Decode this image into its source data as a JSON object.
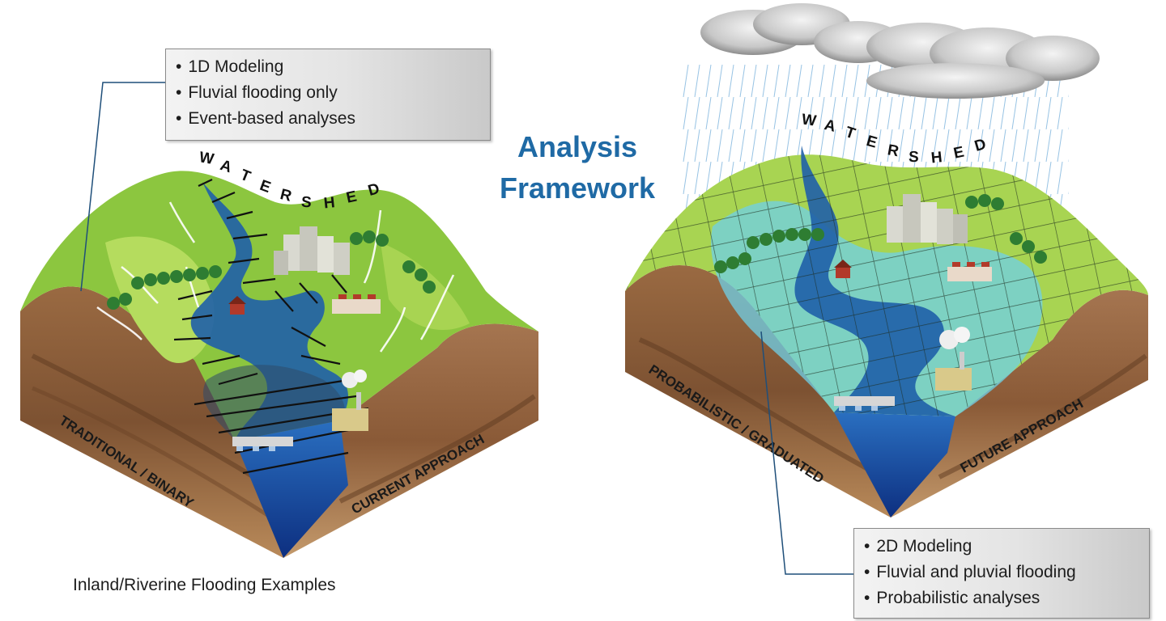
{
  "title_line1": "Analysis",
  "title_line2": "Framework",
  "caption": "Inland/Riverine Flooding Examples",
  "left_callout": {
    "bullets": [
      "1D Modeling",
      "Fluvial flooding only",
      "Event-based analyses"
    ]
  },
  "right_callout": {
    "bullets": [
      "2D Modeling",
      "Fluvial and pluvial flooding",
      "Probabilistic analyses"
    ]
  },
  "left_block": {
    "watershed_letters": [
      "W",
      "A",
      "T",
      "E",
      "R",
      "S",
      "H",
      "E",
      "D"
    ],
    "side_left_label": "TRADITIONAL / BINARY",
    "side_right_label": "CURRENT APPROACH"
  },
  "right_block": {
    "watershed_letters": [
      "W",
      "A",
      "T",
      "E",
      "R",
      "S",
      "H",
      "E",
      "D"
    ],
    "side_left_label": "PROBABILISTIC / GRADUATED",
    "side_right_label": "FUTURE APPROACH"
  },
  "colors": {
    "grass": "#8cc63f",
    "grass_light": "#b5dc5e",
    "soil": "#8a5a37",
    "soil_dark": "#6b4226",
    "water": "#1f5fa8",
    "water_light": "#4fc3e8",
    "title_blue": "#1f6aa5"
  }
}
